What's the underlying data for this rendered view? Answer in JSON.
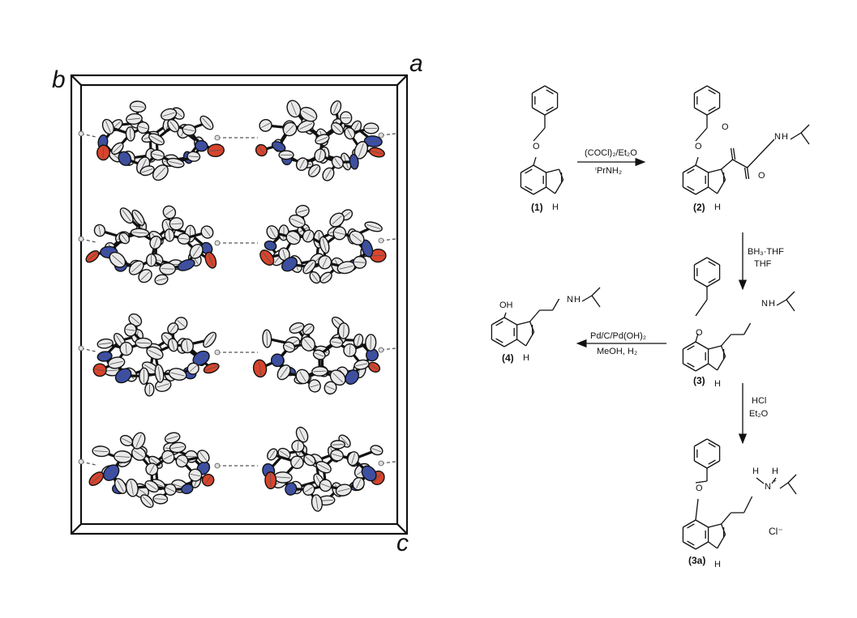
{
  "crystal": {
    "axes": {
      "a": "a",
      "b": "b",
      "c": "c"
    },
    "colors": {
      "nitrogen": "#3b4fa8",
      "oxygen": "#d9442c",
      "carbon": "#e9e9e9",
      "bond": "#111111"
    }
  },
  "scheme": {
    "compounds": {
      "c1": "(1)",
      "c2": "(2)",
      "c3": "(3)",
      "c4": "(4)",
      "c3a": "(3a)"
    },
    "atoms": {
      "O": "O",
      "NH": "H",
      "N": "N",
      "H": "H",
      "OH": "OH",
      "Nplus": "N",
      "plus": "+",
      "chloride": "Cl⁻"
    },
    "reactions": {
      "r1": {
        "line1": "(COCl)₂/Et₂O",
        "line2": "ⁱPrNH₂"
      },
      "r2": {
        "line1": "BH₃·THF",
        "line2": "THF"
      },
      "r3": {
        "line1": "Pd/C/Pd(OH)₂",
        "line2": "MeOH, H₂"
      },
      "r4": {
        "line1": "HCl",
        "line2": "Et₂O"
      }
    }
  }
}
